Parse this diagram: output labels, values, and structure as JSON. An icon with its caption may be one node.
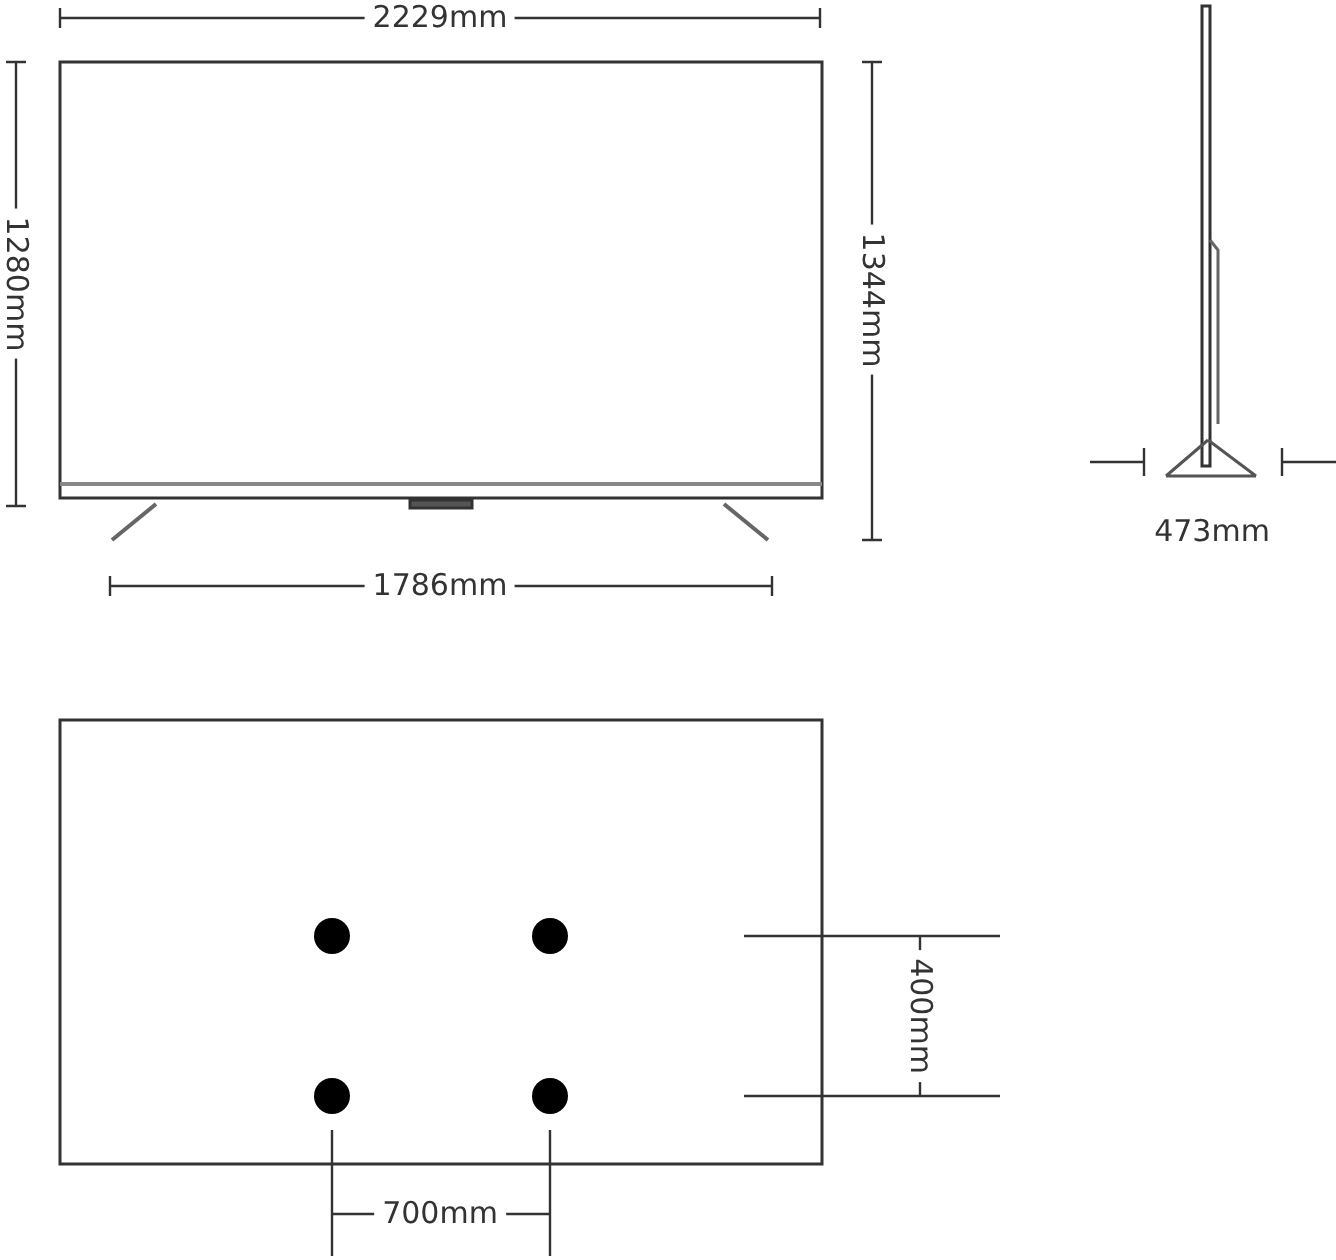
{
  "diagram": {
    "labels": [
      "2229mm",
      "1280mm",
      "1344mm",
      "473mm",
      "1786mm",
      "400mm",
      "700mm"
    ]
  }
}
